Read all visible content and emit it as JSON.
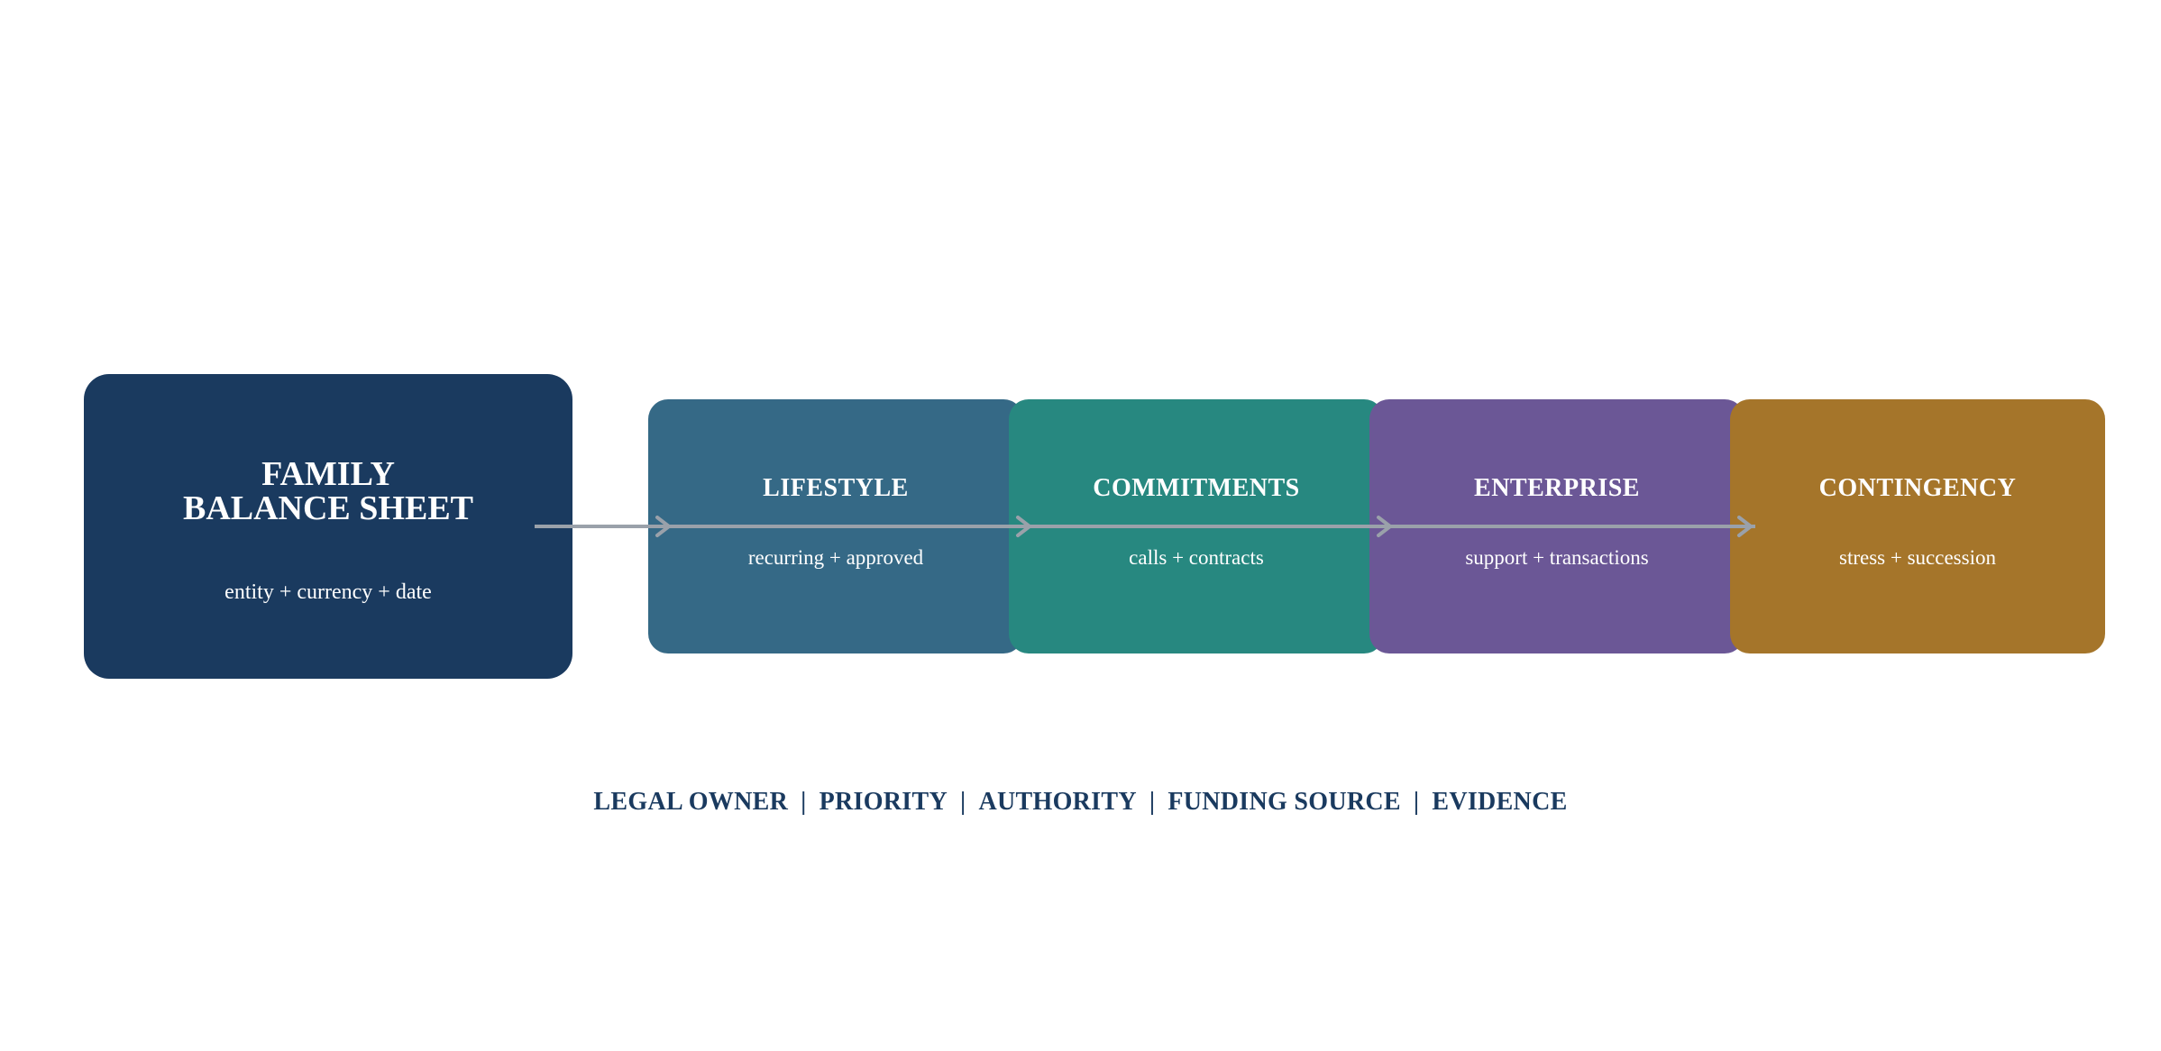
{
  "main_box": {
    "title_line1": "FAMILY",
    "title_line2": "BALANCE SHEET",
    "subtitle": "entity + currency + date",
    "color": "#1a3a5f"
  },
  "stages": [
    {
      "title": "LIFESTYLE",
      "subtitle": "recurring + approved",
      "color": "#356986"
    },
    {
      "title": "COMMITMENTS",
      "subtitle": "calls + contracts",
      "color": "#278880"
    },
    {
      "title": "ENTERPRISE",
      "subtitle": "support + transactions",
      "color": "#6b5796"
    },
    {
      "title": "CONTINGENCY",
      "subtitle": "stress + succession",
      "color": "#a5752a"
    }
  ],
  "arrow_color": "#9aa1aa",
  "footer": {
    "items": [
      "LEGAL OWNER",
      "PRIORITY",
      "AUTHORITY",
      "FUNDING SOURCE",
      "EVIDENCE"
    ],
    "separator": "|",
    "color": "#1a3a5f"
  }
}
